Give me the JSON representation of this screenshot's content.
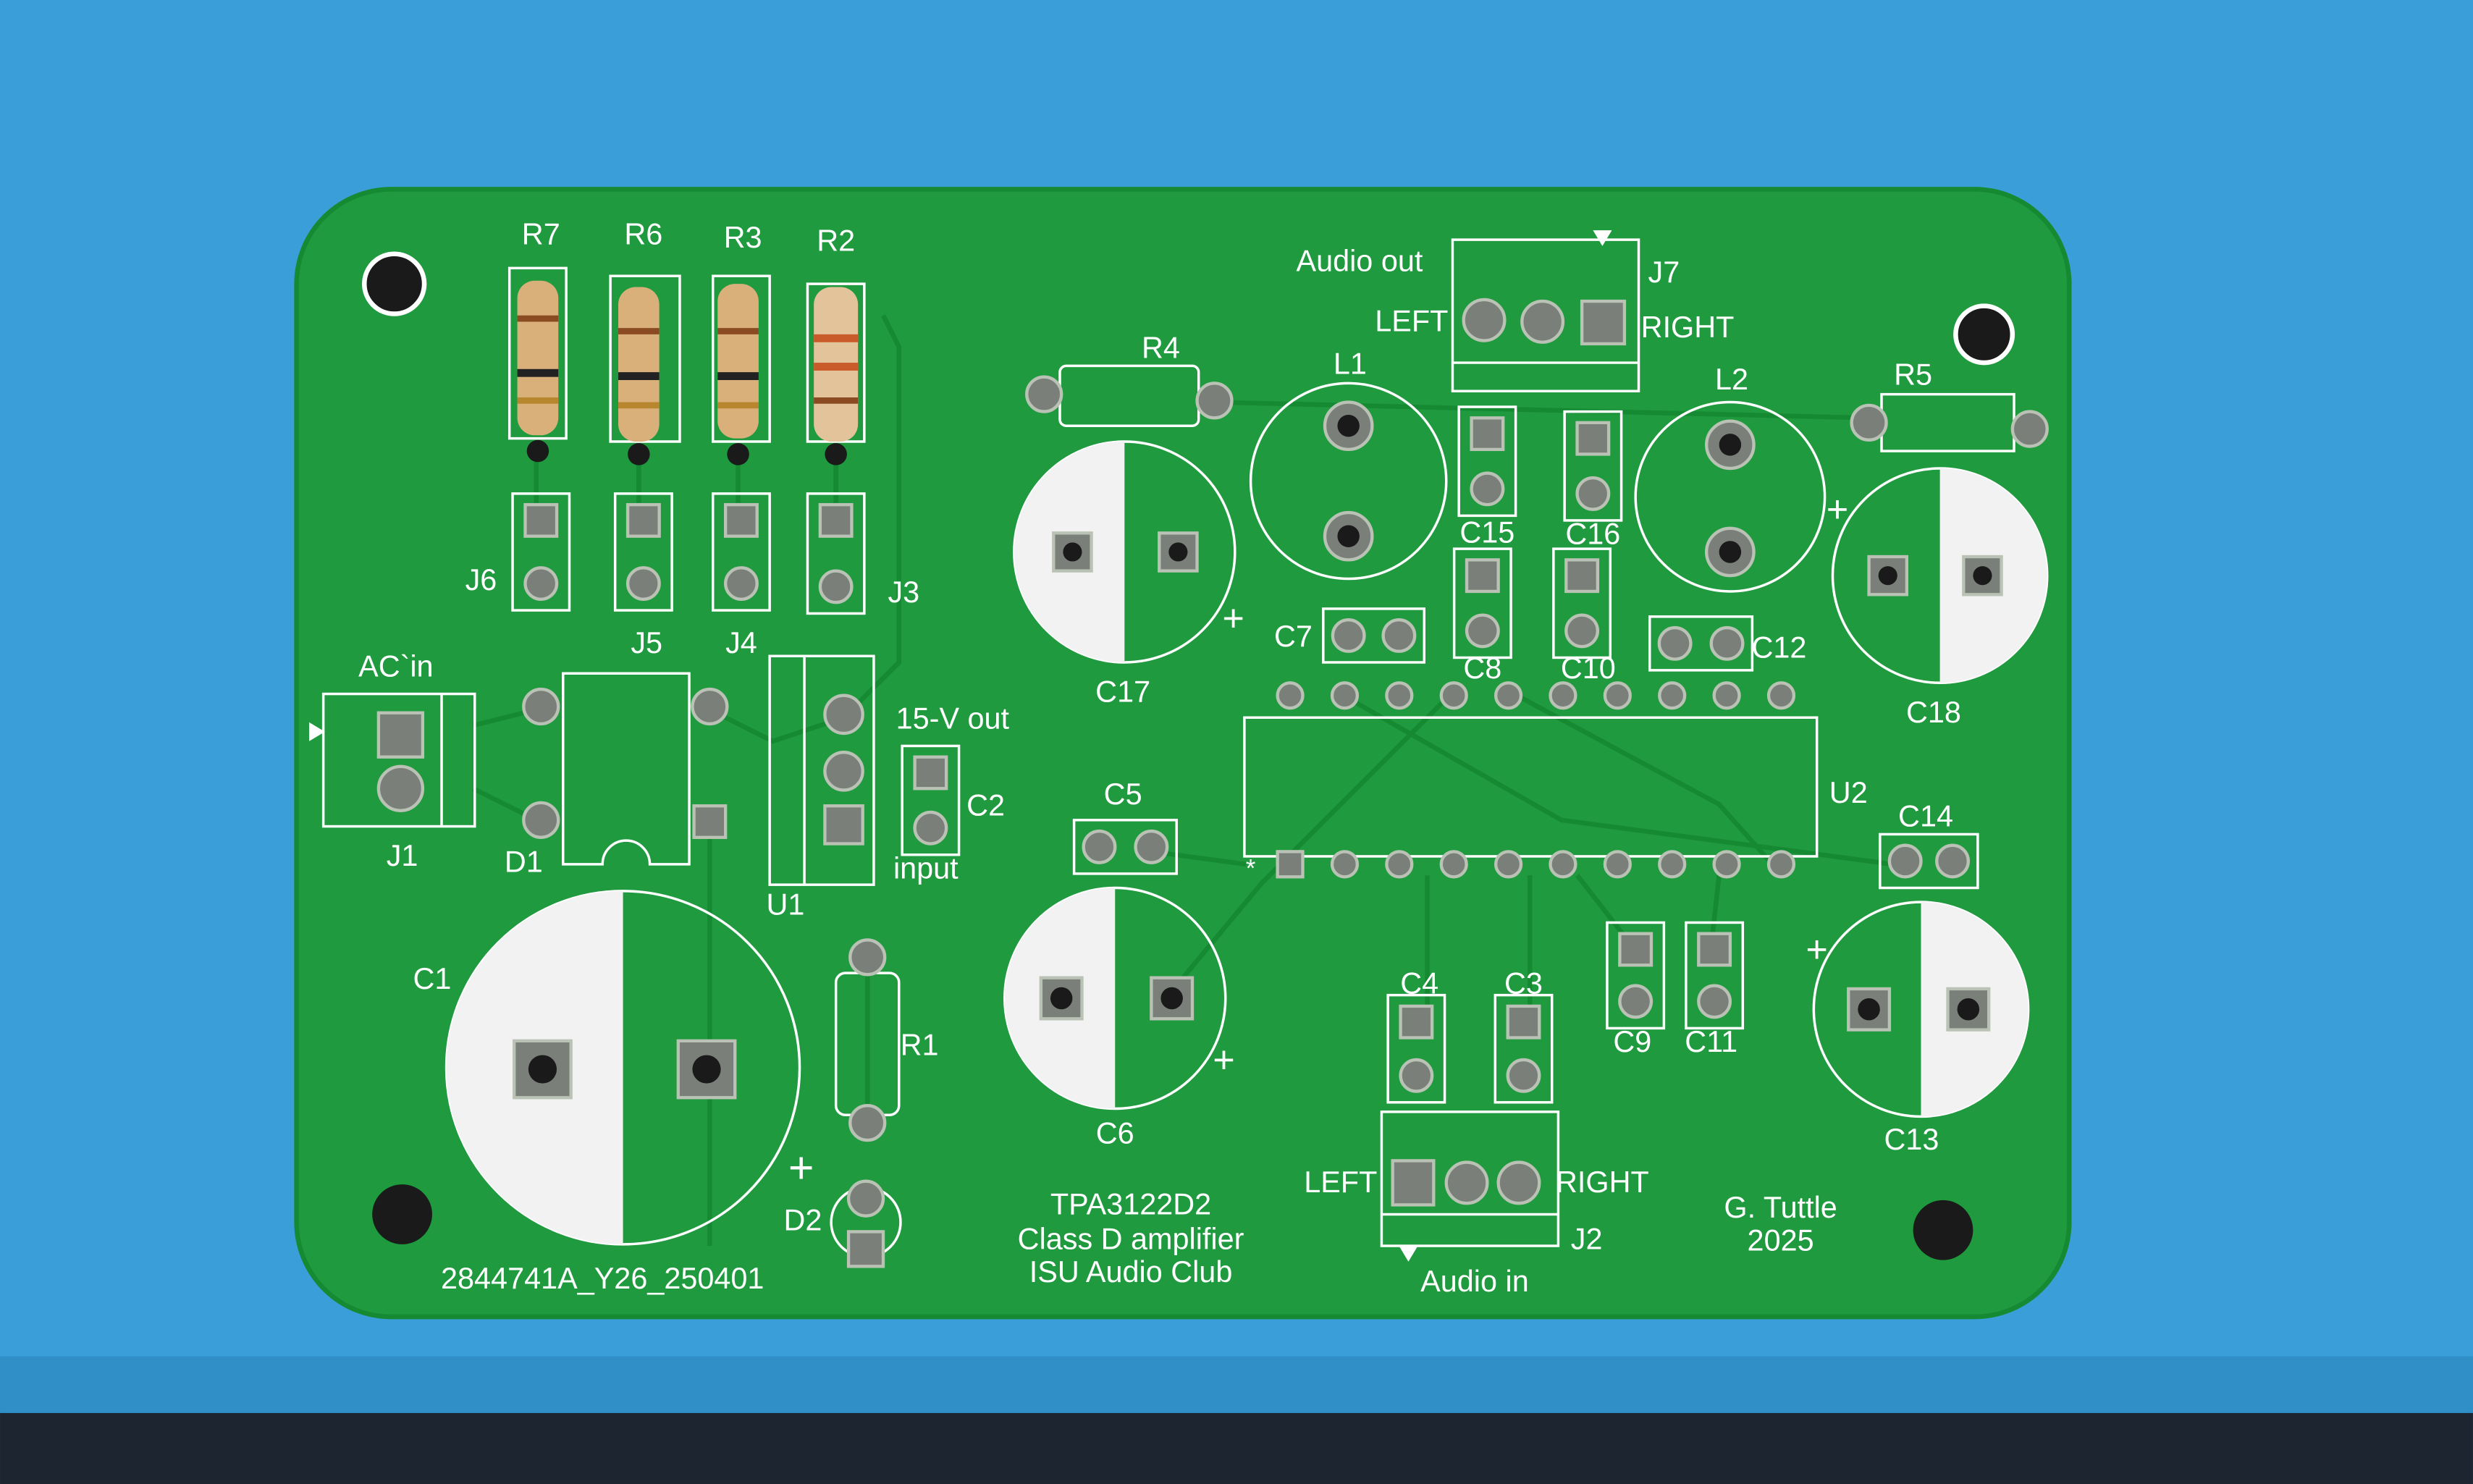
{
  "colors": {
    "background": "#3a9fd8",
    "board": "#1f9a3e",
    "silkscreen": "#ffffff",
    "resistor_body": "#d9b07a"
  },
  "board": {
    "fab_code": "2844741A_Y26_250401",
    "title_lines": [
      "TPA3122D2",
      "Class D amplifier",
      "ISU Audio Club"
    ],
    "author": "G. Tuttle",
    "year": "2025",
    "labels": {
      "R7": "R7",
      "R6": "R6",
      "R3": "R3",
      "R2": "R2",
      "R4": "R4",
      "R5": "R5",
      "R1": "R1",
      "J1": "J1",
      "J2": "J2",
      "J3": "J3",
      "J4": "J4",
      "J5": "J5",
      "J6": "J6",
      "J7": "J7",
      "L1": "L1",
      "L2": "L2",
      "U1": "U1",
      "U2": "U2",
      "D1": "D1",
      "D2": "D2",
      "C1": "C1",
      "C2": "C2",
      "C3": "C3",
      "C4": "C4",
      "C5": "C5",
      "C6": "C6",
      "C7": "C7",
      "C8": "C8",
      "C9": "C9",
      "C10": "C10",
      "C11": "C11",
      "C12": "C12",
      "C13": "C13",
      "C14": "C14",
      "C15": "C15",
      "C16": "C16",
      "C17": "C17",
      "C18": "C18",
      "audio_out": "Audio out",
      "audio_in": "Audio in",
      "left_out": "LEFT",
      "right_out": "RIGHT",
      "left_in": "LEFT",
      "right_in": "RIGHT",
      "ac_in": "AC`in",
      "v_out": "15-V out",
      "input": "input",
      "plus": "+",
      "pin1": "*"
    }
  }
}
